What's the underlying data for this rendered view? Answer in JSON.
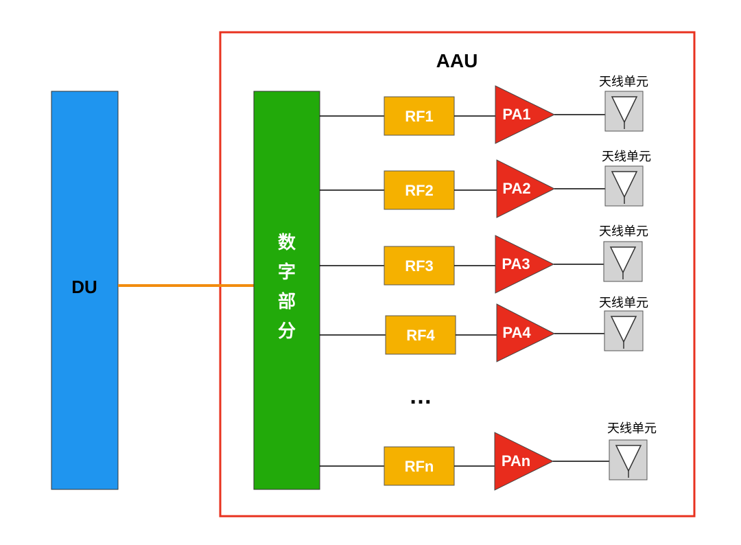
{
  "du": {
    "label": "DU",
    "color": "#1f95ef"
  },
  "aau": {
    "title": "AAU",
    "border_color": "#e8321f"
  },
  "digital": {
    "label_chars": [
      "数",
      "字",
      "部",
      "分"
    ],
    "color": "#22aa0a"
  },
  "rf_color": "#f5b100",
  "pa_color": "#e82c1d",
  "link_color": "#f28c0f",
  "antenna_color": "#d3d3d3",
  "ellipsis": "…",
  "chains": [
    {
      "rf": "RF1",
      "pa": "PA1",
      "antenna_label": "天线单元"
    },
    {
      "rf": "RF2",
      "pa": "PA2",
      "antenna_label": "天线单元"
    },
    {
      "rf": "RF3",
      "pa": "PA3",
      "antenna_label": "天线单元"
    },
    {
      "rf": "RF4",
      "pa": "PA4",
      "antenna_label": "天线单元"
    },
    {
      "rf": "RFn",
      "pa": "PAn",
      "antenna_label": "天线单元"
    }
  ]
}
